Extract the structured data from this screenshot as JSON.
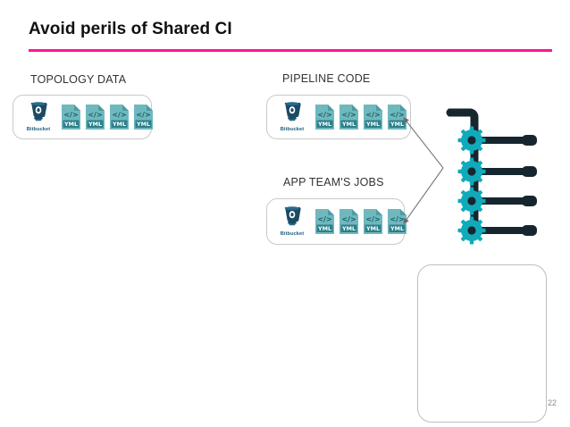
{
  "slide": {
    "title": "Avoid perils of Shared CI",
    "page_number": "22",
    "accent_color": "#FF1493",
    "rule_color": "#FF1493"
  },
  "sections": [
    {
      "key": "topology",
      "label": "TOPOLOGY DATA",
      "repo": {
        "name": "Bitbucket",
        "icon": "bitbucket-icon"
      },
      "files": [
        {
          "label": "YML",
          "icon": "yml-file-icon"
        },
        {
          "label": "YML",
          "icon": "yml-file-icon"
        },
        {
          "label": "YML",
          "icon": "yml-file-icon"
        },
        {
          "label": "YML",
          "icon": "yml-file-icon"
        }
      ]
    },
    {
      "key": "pipeline",
      "label": "PIPELINE CODE",
      "repo": {
        "name": "Bitbucket",
        "icon": "bitbucket-icon"
      },
      "files": [
        {
          "label": "YML",
          "icon": "yml-file-icon"
        },
        {
          "label": "YML",
          "icon": "yml-file-icon"
        },
        {
          "label": "YML",
          "icon": "yml-file-icon"
        },
        {
          "label": "YML",
          "icon": "yml-file-icon"
        }
      ]
    },
    {
      "key": "appteam",
      "label": "APP TEAM'S JOBS",
      "repo": {
        "name": "Bitbucket",
        "icon": "bitbucket-icon"
      },
      "files": [
        {
          "label": "YML",
          "icon": "yml-file-icon"
        },
        {
          "label": "YML",
          "icon": "yml-file-icon"
        },
        {
          "label": "YML",
          "icon": "yml-file-icon"
        },
        {
          "label": "YML",
          "icon": "yml-file-icon"
        }
      ]
    }
  ],
  "pipeline_graphic": {
    "gear_color": "#11AABB",
    "gear_hub_color": "#16262E",
    "arm_color": "#16262E",
    "gear_count": 4
  },
  "placeholder_panel": {
    "border_color": "#bdbdbd",
    "content": ""
  }
}
